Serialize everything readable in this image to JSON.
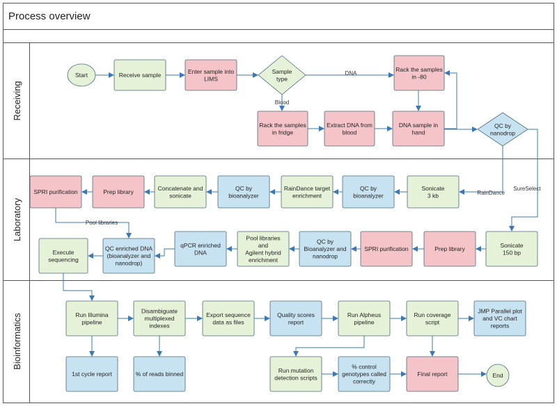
{
  "title": "Process overview",
  "lanes": [
    {
      "id": "receiving",
      "label": "Receiving"
    },
    {
      "id": "laboratory",
      "label": "Laboratory"
    },
    {
      "id": "bioinformatics",
      "label": "Bioinformatics"
    }
  ],
  "colors": {
    "green_fill": "#e6f2d8",
    "pink_fill": "#f4c4c8",
    "blue_fill": "#c7e3f2",
    "border": "#4a6a7a",
    "arrow": "#3a78b6"
  },
  "nodes": [
    {
      "id": "start",
      "label": "Start",
      "kind": "circle",
      "color": "green"
    },
    {
      "id": "receive_sample",
      "label": "Receive sample",
      "kind": "box",
      "color": "green"
    },
    {
      "id": "enter_lims",
      "label": "Enter sample into\nLIMS",
      "kind": "box",
      "color": "pink"
    },
    {
      "id": "sample_type",
      "label": "Sample\ntype",
      "kind": "diamond",
      "color": "green"
    },
    {
      "id": "rack_80",
      "label": "Rack the samples\nin -80",
      "kind": "box",
      "color": "pink"
    },
    {
      "id": "rack_fridge",
      "label": "Rack the samples\nin fridge",
      "kind": "box",
      "color": "pink"
    },
    {
      "id": "extract_dna",
      "label": "Extract DNA from\nblood",
      "kind": "box",
      "color": "pink"
    },
    {
      "id": "dna_hand",
      "label": "DNA sample in\nhand",
      "kind": "box",
      "color": "pink"
    },
    {
      "id": "qc_nanodrop",
      "label": "QC by\nnanodrop",
      "kind": "diamond",
      "color": "blue"
    },
    {
      "id": "sonicate3",
      "label": "Sonicate\n3 kb",
      "kind": "box",
      "color": "green"
    },
    {
      "id": "qc_bio1",
      "label": "QC by\nbioanalyzer",
      "kind": "box",
      "color": "blue"
    },
    {
      "id": "raindance_enrich",
      "label": "RainDance target\nenrichment",
      "kind": "box",
      "color": "green"
    },
    {
      "id": "qc_bio2",
      "label": "QC by\nbioanalyzer",
      "kind": "box",
      "color": "blue"
    },
    {
      "id": "concat",
      "label": "Concatenate and\nsonicate",
      "kind": "box",
      "color": "green"
    },
    {
      "id": "prep1",
      "label": "Prep library",
      "kind": "box",
      "color": "pink"
    },
    {
      "id": "spri1",
      "label": "SPRI purification",
      "kind": "box",
      "color": "pink"
    },
    {
      "id": "sonicate150",
      "label": "Sonicate\n150 bp",
      "kind": "box",
      "color": "green"
    },
    {
      "id": "prep2",
      "label": "Prep library",
      "kind": "box",
      "color": "pink"
    },
    {
      "id": "spri2",
      "label": "SPRI purification",
      "kind": "box",
      "color": "pink"
    },
    {
      "id": "qc_bio_nano",
      "label": "QC by\nBioanalyzer and\nnanodrop",
      "kind": "box",
      "color": "blue"
    },
    {
      "id": "pool_agilent",
      "label": "Pool libraries\nand\nAgilent hybrid\nenrichment",
      "kind": "box",
      "color": "green"
    },
    {
      "id": "qpcr",
      "label": "qPCR enriched\nDNA",
      "kind": "box",
      "color": "blue"
    },
    {
      "id": "qc_enriched",
      "label": "QC enriched DNA\n(bioanalyzer and\nnanodrop)",
      "kind": "box",
      "color": "blue"
    },
    {
      "id": "exec_seq",
      "label": "Execute\nsequencing",
      "kind": "box",
      "color": "green"
    },
    {
      "id": "illumina",
      "label": "Run Illumina\npipeline",
      "kind": "box",
      "color": "green"
    },
    {
      "id": "disamb",
      "label": "Disambiguate\nmultiplexed\nindexes",
      "kind": "box",
      "color": "green"
    },
    {
      "id": "export",
      "label": "Export sequence\ndata as files",
      "kind": "box",
      "color": "green"
    },
    {
      "id": "quality",
      "label": "Quality scores\nreport",
      "kind": "box",
      "color": "blue"
    },
    {
      "id": "alpheus",
      "label": "Run Alpheus\npipeline",
      "kind": "box",
      "color": "green"
    },
    {
      "id": "coverage",
      "label": "Run coverage\nscript",
      "kind": "box",
      "color": "green"
    },
    {
      "id": "jmp",
      "label": "JMP Parallel plot\nand VC chart\nreports",
      "kind": "box",
      "color": "blue"
    },
    {
      "id": "cycle1",
      "label": "1st cycle report",
      "kind": "box",
      "color": "blue"
    },
    {
      "id": "binned",
      "label": "% of reads binned",
      "kind": "box",
      "color": "blue"
    },
    {
      "id": "mutation",
      "label": "Run mutation\ndetection scripts",
      "kind": "box",
      "color": "green"
    },
    {
      "id": "control",
      "label": "% control\ngenotypes called\ncorrectly",
      "kind": "box",
      "color": "blue"
    },
    {
      "id": "final",
      "label": "Final report",
      "kind": "box",
      "color": "pink"
    },
    {
      "id": "end",
      "label": "End",
      "kind": "circle",
      "color": "green"
    }
  ],
  "edge_labels": {
    "dna": "DNA",
    "blood": "Blood",
    "raindance": "RainDance",
    "sureselect": "SureSelect",
    "pool": "Pool libraries"
  }
}
